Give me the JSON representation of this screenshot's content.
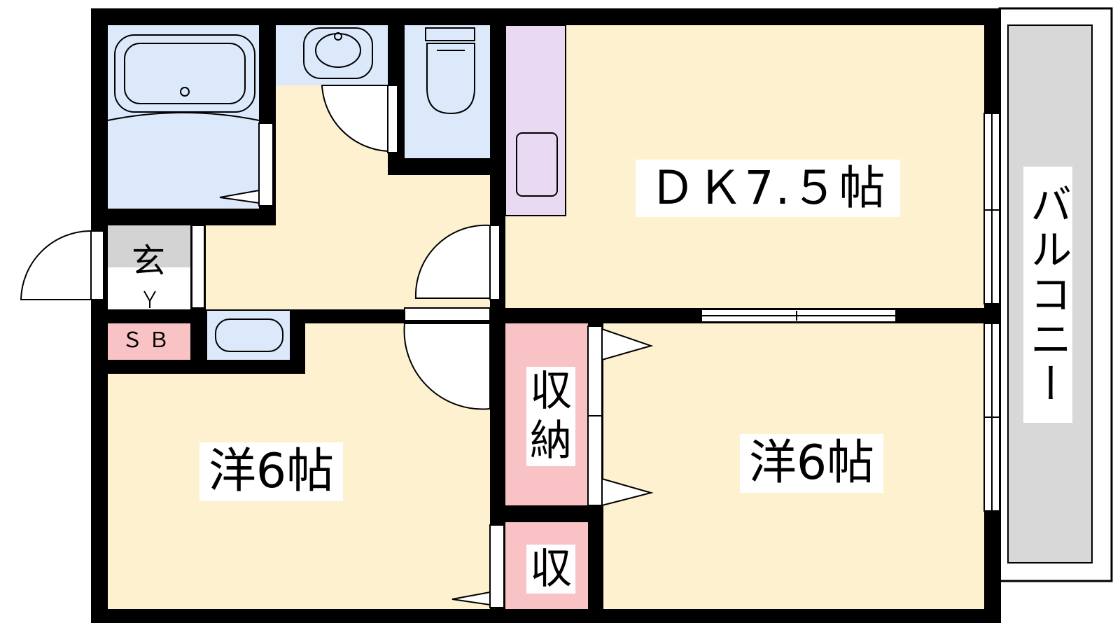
{
  "rooms": {
    "dk": "ＤＫ7.５帖",
    "western1": "洋6帖",
    "western2": "洋6帖",
    "genkan": "玄",
    "shoebox": "ＳＢ",
    "storage1": "収納",
    "storage2": "収",
    "balcony": "バルコニー"
  },
  "colors": {
    "floor": "#fdf1d0",
    "wet": "#dbe9fb",
    "kitchen": "#ead9f2",
    "storage": "#f9c2c4",
    "balcony": "#d8d8d8",
    "genkan": "#d3d3d3",
    "wall": "#000000"
  }
}
